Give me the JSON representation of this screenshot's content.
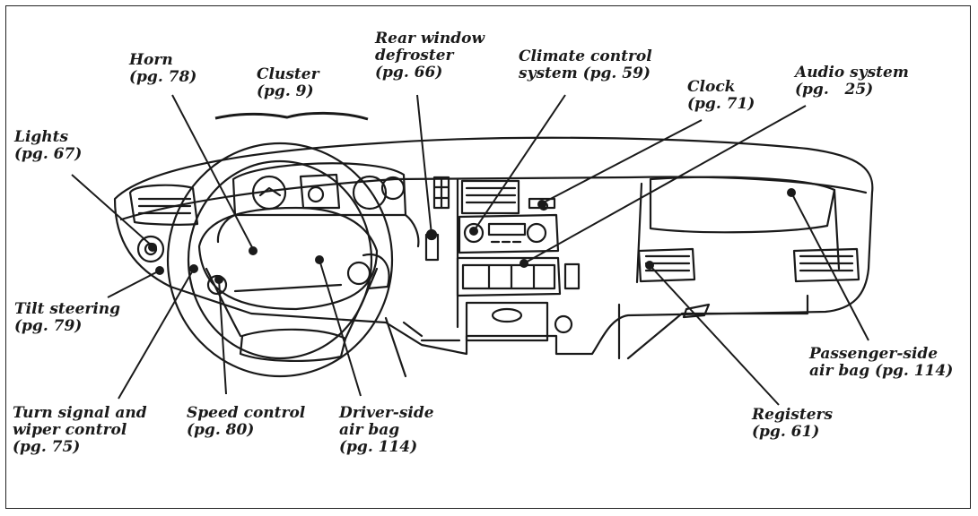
{
  "labels": {
    "horn": {
      "line1": "Horn",
      "line2": "(pg. 78)"
    },
    "cluster": {
      "line1": "Cluster",
      "line2": "(pg. 9)"
    },
    "rear_defroster": {
      "line1": "Rear window",
      "line2": "defroster",
      "line3": "(pg. 66)"
    },
    "climate": {
      "line1": "Climate control",
      "line2": "system (pg. 59)"
    },
    "clock": {
      "line1": "Clock",
      "line2": "(pg. 71)"
    },
    "audio": {
      "line1": "Audio system",
      "line2": "(pg.   25)"
    },
    "lights": {
      "line1": "Lights",
      "line2": "(pg. 67)"
    },
    "tilt": {
      "line1": "Tilt steering",
      "line2": "(pg. 79)"
    },
    "turn_signal": {
      "line1": "Turn signal and",
      "line2": "wiper control",
      "line3": "(pg. 75)"
    },
    "speed": {
      "line1": "Speed control",
      "line2": "(pg. 80)"
    },
    "driver_airbag": {
      "line1": "Driver-side",
      "line2": "air bag",
      "line3": "(pg. 114)"
    },
    "passenger_airbag": {
      "line1": "Passenger-side",
      "line2": "air bag (pg. 114)"
    },
    "registers": {
      "line1": "Registers",
      "line2": "(pg. 61)"
    }
  },
  "colors": {
    "ink": "#1a1a1a",
    "paper": "#ffffff"
  }
}
